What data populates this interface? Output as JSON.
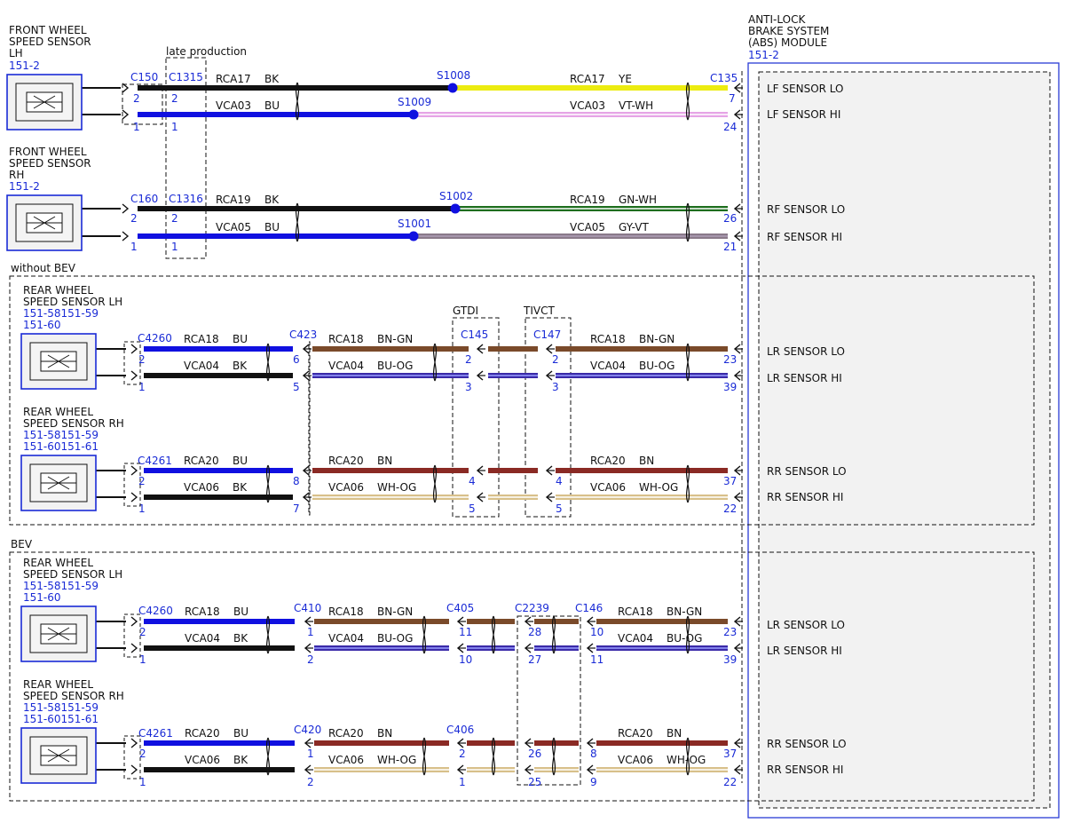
{
  "colors": {
    "black": "#111111",
    "blue": "#1010e0",
    "yellow": "#ecec10",
    "pink": "#e6a4e6",
    "green": "#1e6e1e",
    "gray_violet": "#8a7a8a",
    "brown": "#7a4a2a",
    "red_brown": "#8a2a24",
    "tan": "#d8c08a",
    "blue_text": "#1a2bd6",
    "panel": "#f2f2f2"
  },
  "abs": {
    "title1": "ANTI-LOCK",
    "title2": "BRAKE SYSTEM",
    "title3": "(ABS) MODULE",
    "ref": "151-2",
    "pins": [
      {
        "label": "LF SENSOR LO"
      },
      {
        "label": "LF SENSOR HI"
      },
      {
        "label": "RF SENSOR LO"
      },
      {
        "label": "RF SENSOR HI"
      },
      {
        "label": "LR SENSOR LO"
      },
      {
        "label": "LR SENSOR HI"
      },
      {
        "label": "RR SENSOR LO"
      },
      {
        "label": "RR SENSOR HI"
      },
      {
        "label": "LR SENSOR LO"
      },
      {
        "label": "LR SENSOR HI"
      },
      {
        "label": "RR SENSOR LO"
      },
      {
        "label": "RR SENSOR HI"
      }
    ]
  },
  "sections": {
    "without_bev": "without BEV",
    "bev": "BEV",
    "late_production": "late production",
    "gtdi": "GTDI",
    "tivct": "TIVCT"
  },
  "sensors": [
    {
      "l1": "FRONT WHEEL",
      "l2": "SPEED SENSOR",
      "l3": "LH",
      "ref1": "151-2",
      "ref2": ""
    },
    {
      "l1": "FRONT WHEEL",
      "l2": "SPEED SENSOR",
      "l3": "RH",
      "ref1": "151-2",
      "ref2": ""
    },
    {
      "l1": "REAR WHEEL",
      "l2": "SPEED SENSOR LH",
      "l3": "",
      "ref1": "151-58151-59",
      "ref2": "151-60"
    },
    {
      "l1": "REAR WHEEL",
      "l2": "SPEED SENSOR RH",
      "l3": "",
      "ref1": "151-58151-59",
      "ref2": "151-60151-61"
    },
    {
      "l1": "REAR WHEEL",
      "l2": "SPEED SENSOR LH",
      "l3": "",
      "ref1": "151-58151-59",
      "ref2": "151-60"
    },
    {
      "l1": "REAR WHEEL",
      "l2": "SPEED SENSOR RH",
      "l3": "",
      "ref1": "151-58151-59",
      "ref2": "151-60151-61"
    }
  ],
  "connectors": {
    "c150": "C150",
    "c1315": "C1315",
    "c135": "C135",
    "c160": "C160",
    "c1316": "C1316",
    "c4260a": "C4260",
    "c423": "C423",
    "c145": "C145",
    "c147": "C147",
    "c4261a": "C4261",
    "c4260b": "C4260",
    "c410": "C410",
    "c405": "C405",
    "c2239": "C2239",
    "c146": "C146",
    "c4261b": "C4261",
    "c420": "C420",
    "c406": "C406"
  },
  "splices": {
    "s1008": "S1008",
    "s1009": "S1009",
    "s1002": "S1002",
    "s1001": "S1001"
  },
  "pins": {
    "a": [
      "2",
      "1",
      "2",
      "1",
      "7",
      "24"
    ],
    "b": [
      "2",
      "1",
      "2",
      "1",
      "26",
      "21"
    ],
    "c": [
      "2",
      "1",
      "6",
      "5",
      "2",
      "3",
      "2",
      "3",
      "23",
      "39"
    ],
    "d": [
      "2",
      "1",
      "8",
      "7",
      "4",
      "5",
      "4",
      "5",
      "37",
      "22"
    ],
    "e": [
      "2",
      "1",
      "1",
      "2",
      "11",
      "10",
      "28",
      "27",
      "10",
      "11",
      "23",
      "39"
    ],
    "f": [
      "2",
      "1",
      "1",
      "2",
      "2",
      "1",
      "26",
      "25",
      "8",
      "9",
      "37",
      "22"
    ]
  },
  "wires": {
    "lf_lo_1": "RCA17",
    "lf_lo_1c": "BK",
    "lf_lo_2": "RCA17",
    "lf_lo_2c": "YE",
    "lf_hi_1": "VCA03",
    "lf_hi_1c": "BU",
    "lf_hi_2": "VCA03",
    "lf_hi_2c": "VT-WH",
    "rf_lo_1": "RCA19",
    "rf_lo_1c": "BK",
    "rf_lo_2": "RCA19",
    "rf_lo_2c": "GN-WH",
    "rf_hi_1": "VCA05",
    "rf_hi_1c": "BU",
    "rf_hi_2": "VCA05",
    "rf_hi_2c": "GY-VT",
    "lr_lo_1": "RCA18",
    "lr_lo_1c": "BU",
    "lr_lo_2": "RCA18",
    "lr_lo_2c": "BN-GN",
    "lr_hi_1": "VCA04",
    "lr_hi_1c": "BK",
    "lr_hi_2": "VCA04",
    "lr_hi_2c": "BU-OG",
    "rr_lo_1": "RCA20",
    "rr_lo_1c": "BU",
    "rr_lo_2": "RCA20",
    "rr_lo_2c": "BN",
    "rr_hi_1": "VCA06",
    "rr_hi_1c": "BK",
    "rr_hi_2": "VCA06",
    "rr_hi_2c": "WH-OG"
  }
}
